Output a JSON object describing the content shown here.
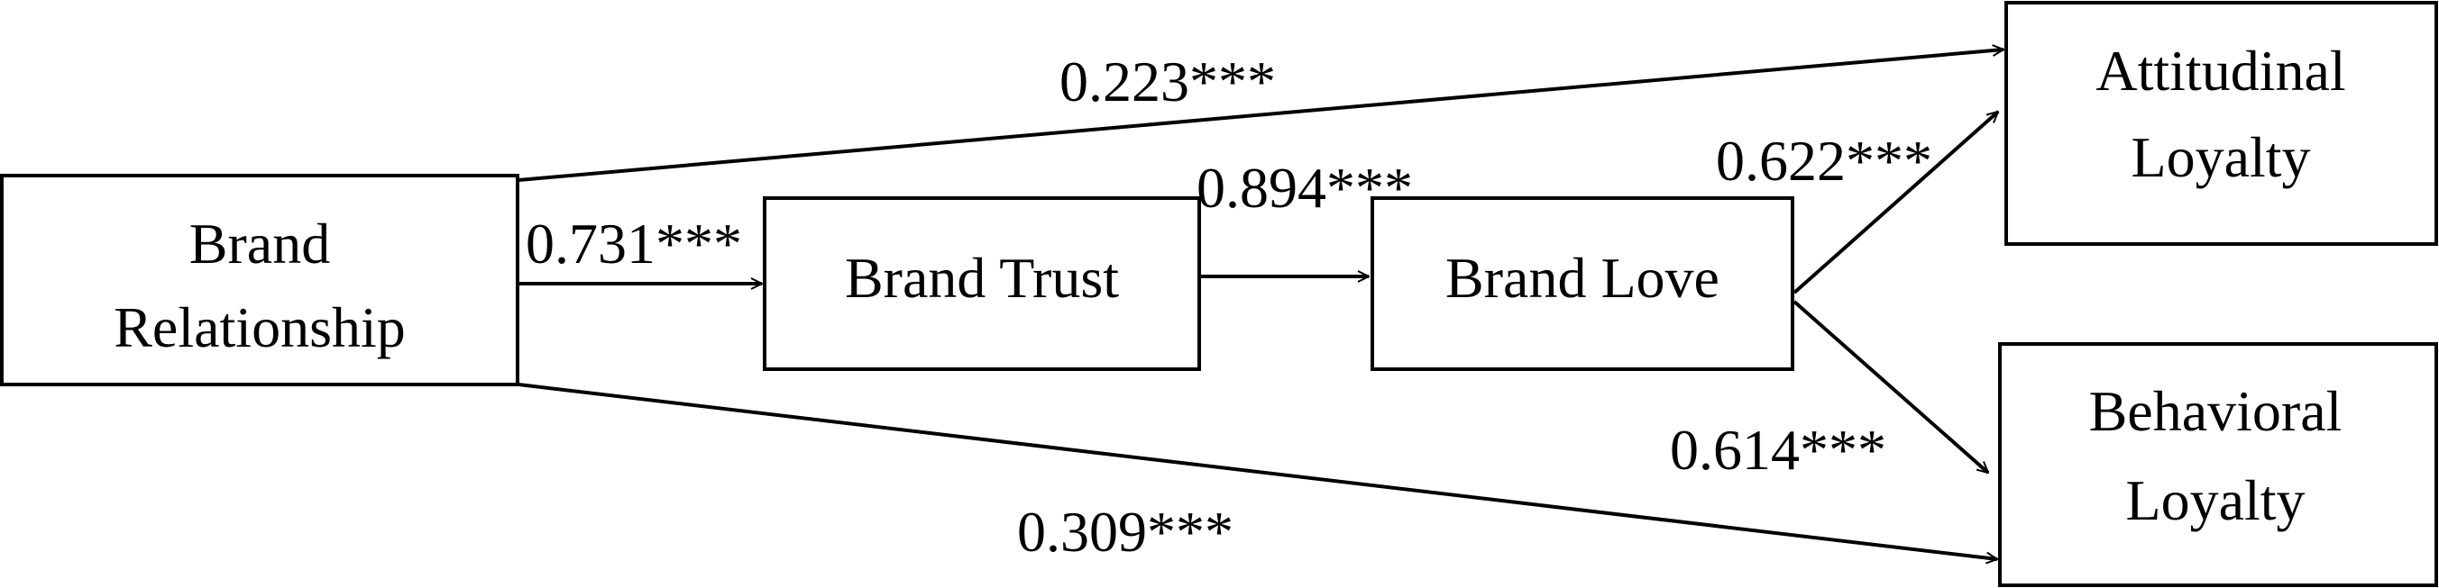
{
  "nodes": {
    "brand_relationship": {
      "lines": [
        "Brand",
        "Relationship"
      ]
    },
    "brand_trust": {
      "lines": [
        "Brand Trust"
      ]
    },
    "brand_love": {
      "lines": [
        "Brand Love"
      ]
    },
    "attitudinal_loyalty": {
      "lines": [
        "Attitudinal",
        "Loyalty"
      ]
    },
    "behavioral_loyalty": {
      "lines": [
        "Behavioral",
        "Loyalty"
      ]
    }
  },
  "edges": {
    "relationship_to_trust": "0.731***",
    "trust_to_love": "0.894***",
    "love_to_attitudinal": "0.622***",
    "love_to_behavioral": "0.614***",
    "relationship_to_attitudinal": "0.223***",
    "relationship_to_behavioral": "0.309***"
  },
  "colors": {
    "stroke": "#000000",
    "background": "#ffffff"
  }
}
